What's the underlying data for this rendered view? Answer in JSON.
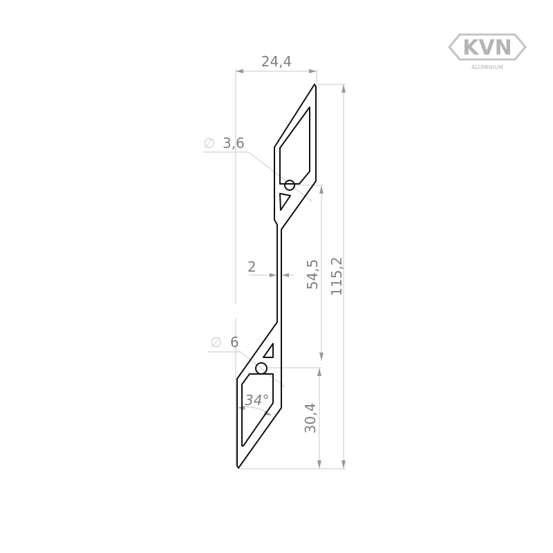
{
  "logo": {
    "brand": "KVN",
    "sub": "ALUMINIUM"
  },
  "dimensions": {
    "width_top": "24,4",
    "hole_small_symbol": "∅",
    "hole_small": "3,6",
    "wall": "2",
    "mid_height": "54,5",
    "total_height": "115,2",
    "hole_large_symbol": "∅",
    "hole_large": "6",
    "angle": "34°",
    "lower_height": "30,4"
  }
}
